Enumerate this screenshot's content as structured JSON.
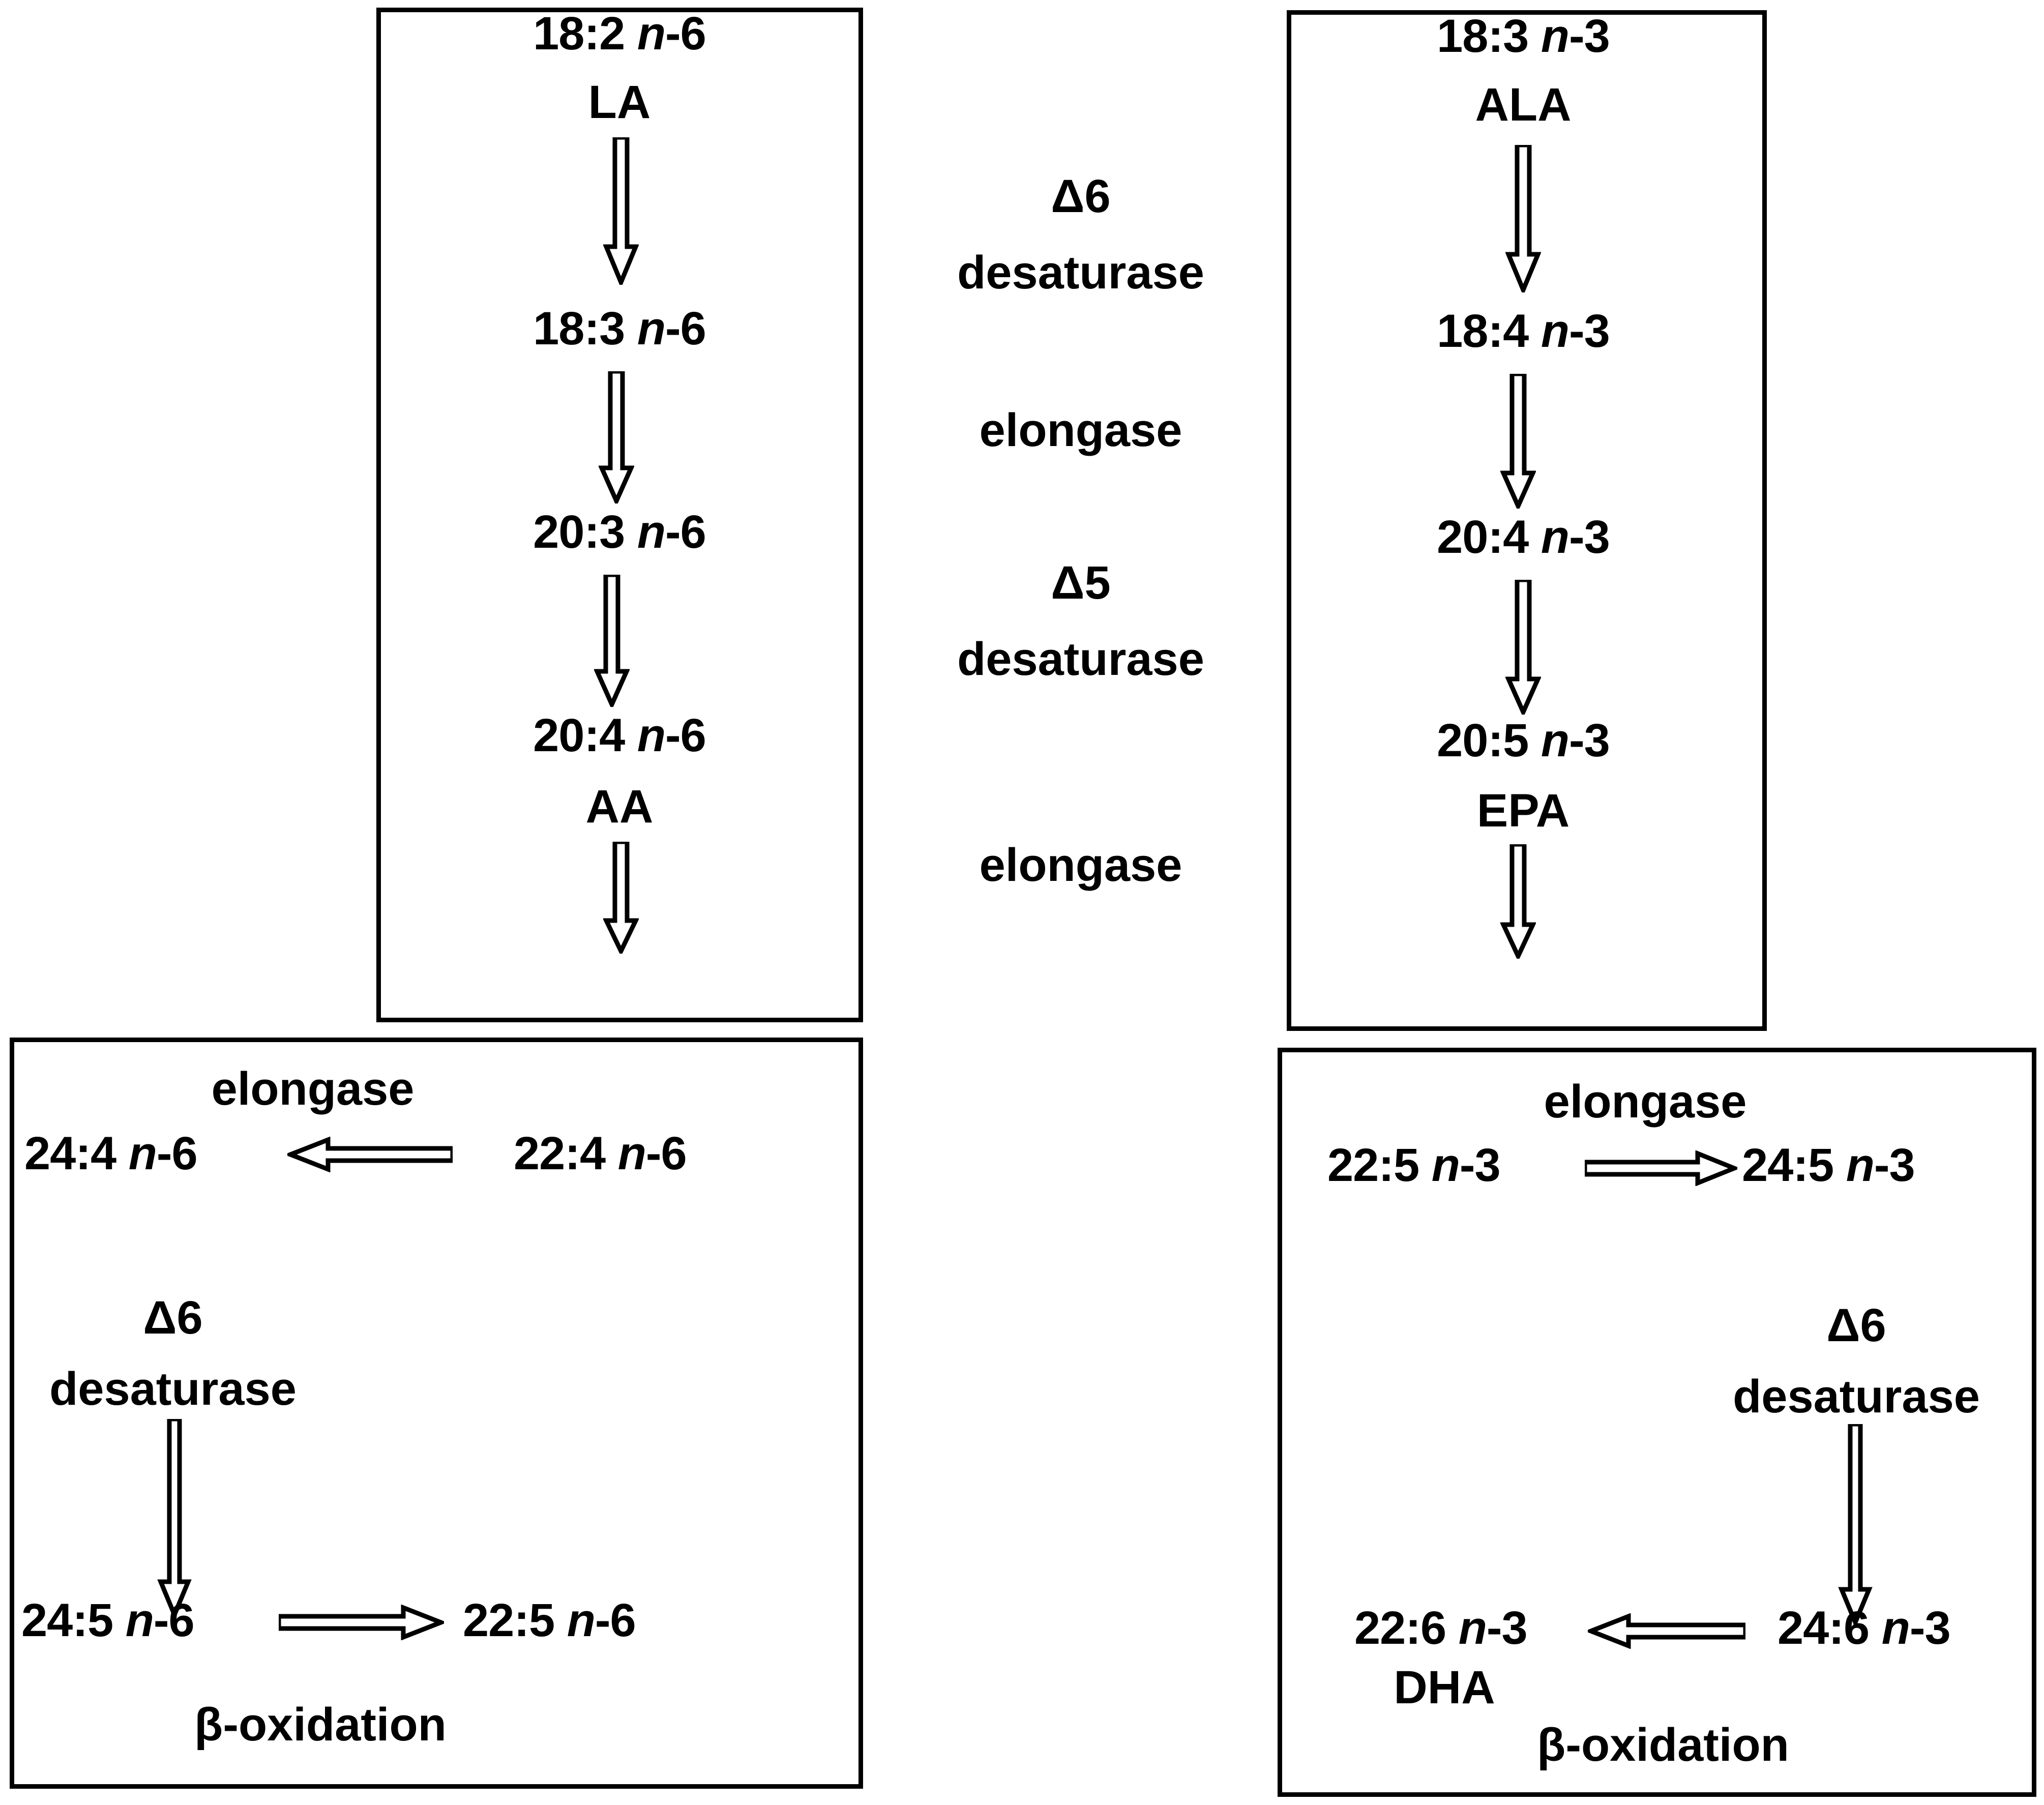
{
  "diagram": {
    "title": "Long-chain polyunsaturated fatty acid biosynthesis pathway",
    "colors": {
      "ink": "#000000",
      "background": "#ffffff"
    }
  },
  "n6_top_box": {
    "name": "n-6 pathway upper box",
    "nodes": [
      {
        "fa": "18:2 ",
        "n": "n",
        "tail": "-6",
        "abbr": "LA"
      },
      {
        "fa": "18:3 ",
        "n": "n",
        "tail": "-6",
        "abbr": ""
      },
      {
        "fa": "20:3 ",
        "n": "n",
        "tail": "-6",
        "abbr": ""
      },
      {
        "fa": "20:4 ",
        "n": "n",
        "tail": "-6",
        "abbr": "AA"
      }
    ]
  },
  "n3_top_box": {
    "name": "n-3 pathway upper box",
    "nodes": [
      {
        "fa": "18:3 ",
        "n": "n",
        "tail": "-3",
        "abbr": "ALA"
      },
      {
        "fa": "18:4 ",
        "n": "n",
        "tail": "-3",
        "abbr": ""
      },
      {
        "fa": "20:4 ",
        "n": "n",
        "tail": "-3",
        "abbr": ""
      },
      {
        "fa": "20:5 ",
        "n": "n",
        "tail": "-3",
        "abbr": "EPA"
      }
    ]
  },
  "center_enzymes": [
    {
      "symbol": "Δ6",
      "word": "desaturase"
    },
    {
      "symbol": "",
      "word": "elongase"
    },
    {
      "symbol": "Δ5",
      "word": "desaturase"
    },
    {
      "symbol": "",
      "word": "elongase"
    }
  ],
  "n6_bottom_box": {
    "name": "n-6 pathway lower box",
    "elongase_label": "elongase",
    "row1": {
      "left": {
        "fa": "24:4 ",
        "n": "n",
        "tail": "-6"
      },
      "right": {
        "fa": "22:4 ",
        "n": "n",
        "tail": "-6"
      },
      "arrow_direction": "left"
    },
    "desaturase": {
      "symbol": "Δ6",
      "word": "desaturase"
    },
    "row2": {
      "left": {
        "fa": "24:5 ",
        "n": "n",
        "tail": "-6"
      },
      "right": {
        "fa": "22:5 ",
        "n": "n",
        "tail": "-6"
      },
      "arrow_direction": "right"
    },
    "beta_oxidation": "β-oxidation"
  },
  "n3_bottom_box": {
    "name": "n-3 pathway lower box",
    "elongase_label": "elongase",
    "row1": {
      "left": {
        "fa": "22:5 ",
        "n": "n",
        "tail": "-3"
      },
      "right": {
        "fa": "24:5 ",
        "n": "n",
        "tail": "-3"
      },
      "arrow_direction": "right"
    },
    "desaturase": {
      "symbol": "Δ6",
      "word": "desaturase"
    },
    "row2": {
      "left": {
        "fa": "22:6 ",
        "n": "n",
        "tail": "-3"
      },
      "right": {
        "fa": "24:6 ",
        "n": "n",
        "tail": "-3"
      },
      "arrow_direction": "left"
    },
    "dha_label": "DHA",
    "beta_oxidation": "β-oxidation"
  }
}
